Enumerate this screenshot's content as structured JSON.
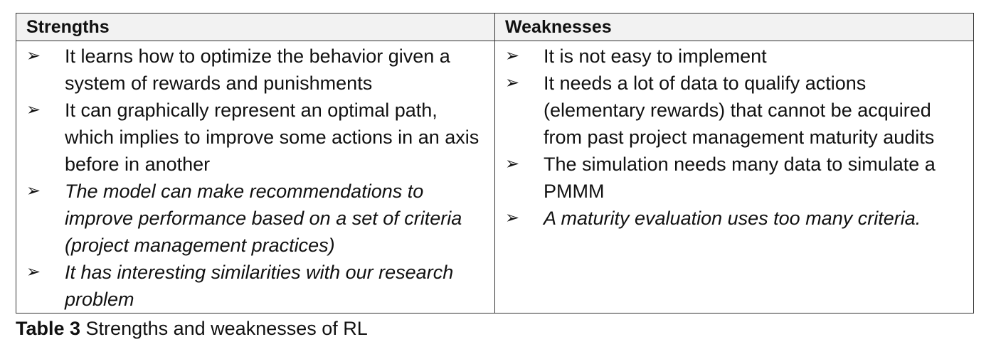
{
  "table": {
    "headers": [
      "Strengths",
      "Weaknesses"
    ],
    "strengths": [
      {
        "text": "It learns how to optimize the behavior given a system of rewards and punishments",
        "italic": false
      },
      {
        "text": "It can graphically represent an optimal path, which implies to improve some actions in an axis before in another",
        "italic": false
      },
      {
        "text": "The model can make recommendations to improve performance based on a set of criteria (project management practices)",
        "italic": true
      },
      {
        "text": "It has interesting similarities with our research problem",
        "italic": true
      }
    ],
    "weaknesses": [
      {
        "text": "It is not easy to implement",
        "italic": false
      },
      {
        "text": "It needs a lot of data to qualify actions (elementary rewards) that cannot be acquired from past project management maturity audits",
        "italic": false
      },
      {
        "text": "The simulation needs many data to simulate a PMMM",
        "italic": false
      },
      {
        "text": "A maturity evaluation uses too many criteria.",
        "italic": true
      }
    ],
    "bullet_icon": "arrowhead-bullet-icon",
    "bullet_glyph": "➢"
  },
  "caption": {
    "label": "Table 3",
    "text": " Strengths and weaknesses of RL"
  }
}
